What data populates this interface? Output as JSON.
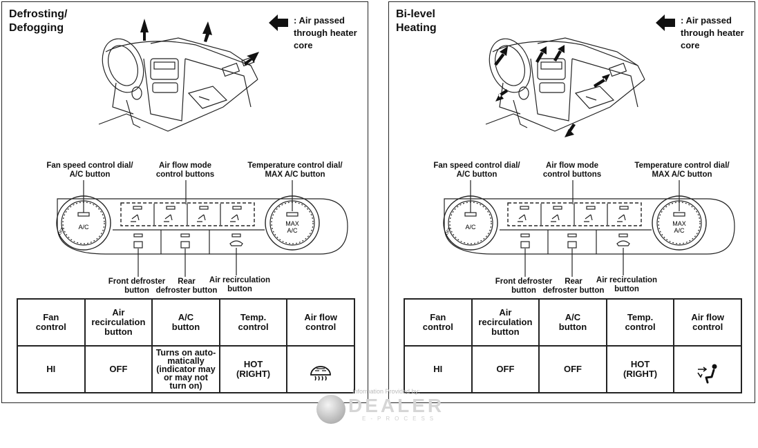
{
  "panels": [
    {
      "title": "Defrosting/\nDefogging",
      "legend": ": Air passed\nthrough heater\ncore",
      "labels": {
        "fan_speed": "Fan speed control dial/\nA/C button",
        "air_flow_mode": "Air flow mode\ncontrol buttons",
        "temperature": "Temperature control dial/\nMAX A/C button",
        "front_defroster": "Front defroster\nbutton",
        "rear_defroster": "Rear\ndefroster button",
        "air_recirculation": "Air recirculation\nbutton"
      },
      "knob_left": "A/C",
      "knob_right": "MAX\nA/C",
      "knob_off": "OFF",
      "table_headers": [
        "Fan\ncontrol",
        "Air\nrecirculation\nbutton",
        "A/C\nbutton",
        "Temp.\ncontrol",
        "Air flow\ncontrol"
      ],
      "table_values": [
        "HI",
        "OFF",
        "Turns on auto-\nmatically\n(indicator may\nor may not\nturn on)",
        "HOT\n(RIGHT)",
        ""
      ],
      "airflow_icon": "defrost-icon"
    },
    {
      "title": "Bi-level\nHeating",
      "legend": ": Air passed\nthrough heater\ncore",
      "labels": {
        "fan_speed": "Fan speed control dial/\nA/C button",
        "air_flow_mode": "Air flow mode\ncontrol buttons",
        "temperature": "Temperature control dial/\nMAX A/C button",
        "front_defroster": "Front defroster\nbutton",
        "rear_defroster": "Rear\ndefroster button",
        "air_recirculation": "Air recirculation\nbutton"
      },
      "knob_left": "A/C",
      "knob_right": "MAX\nA/C",
      "knob_off": "OFF",
      "table_headers": [
        "Fan\ncontrol",
        "Air\nrecirculation\nbutton",
        "A/C\nbutton",
        "Temp.\ncontrol",
        "Air flow\ncontrol"
      ],
      "table_values": [
        "HI",
        "OFF",
        "OFF",
        "HOT\n(RIGHT)",
        ""
      ],
      "airflow_icon": "bi-level-icon"
    }
  ],
  "watermark": {
    "small": "Information Provided by:",
    "brand": "DEALER",
    "sub": "E-PROCESS"
  }
}
